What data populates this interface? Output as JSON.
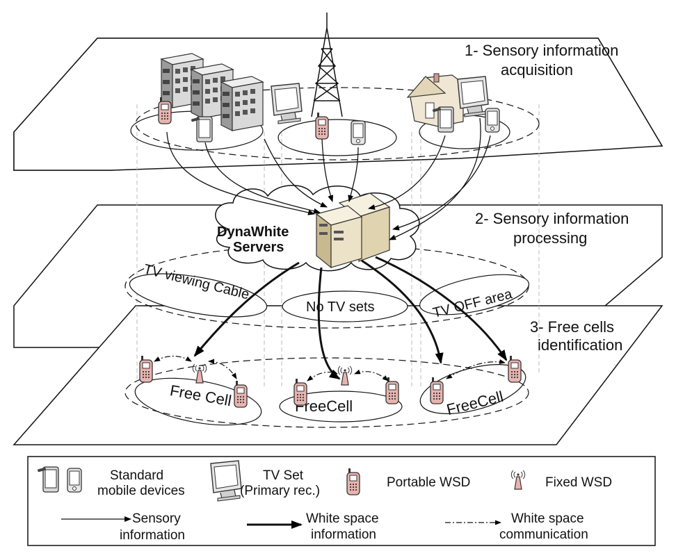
{
  "layers": {
    "top": {
      "line1": "1- Sensory information",
      "line2": "acquisition"
    },
    "middle": {
      "line1": "2- Sensory information",
      "line2": "processing"
    },
    "bottom": {
      "line1": "3- Free cells",
      "line2": "identification"
    }
  },
  "server": {
    "line1": "DynaWhite",
    "line2": "Servers"
  },
  "areas": {
    "a1": "TV viewing Cable",
    "a2": "No TV sets",
    "a3": "TV OFF area"
  },
  "cells": {
    "c1": "Free Cell",
    "c2": "FreeCell",
    "c3": "FreeCell"
  },
  "legend": {
    "standard_devices_line1": "Standard",
    "standard_devices_line2": "mobile devices",
    "tv_set_line1": "TV Set",
    "tv_set_line2": "(Primary rec.)",
    "portable_wsd": "Portable WSD",
    "fixed_wsd": "Fixed WSD",
    "sensory_line1": "Sensory",
    "sensory_line2": "information",
    "white_space_info_line1": "White space",
    "white_space_info_line2": "information",
    "white_space_comm_line1": "White space",
    "white_space_comm_line2": "communication"
  },
  "colors": {
    "phone": "#e8b4b0",
    "building": "#d9d9d9",
    "house": "#efe6d3",
    "server": "#ece2c8"
  },
  "icons": [
    "building-icon",
    "tower-icon",
    "house-icon",
    "tv-set-icon",
    "mobile-device-icon",
    "portable-wsd-icon",
    "fixed-wsd-icon",
    "server-icon",
    "cloud-icon"
  ]
}
